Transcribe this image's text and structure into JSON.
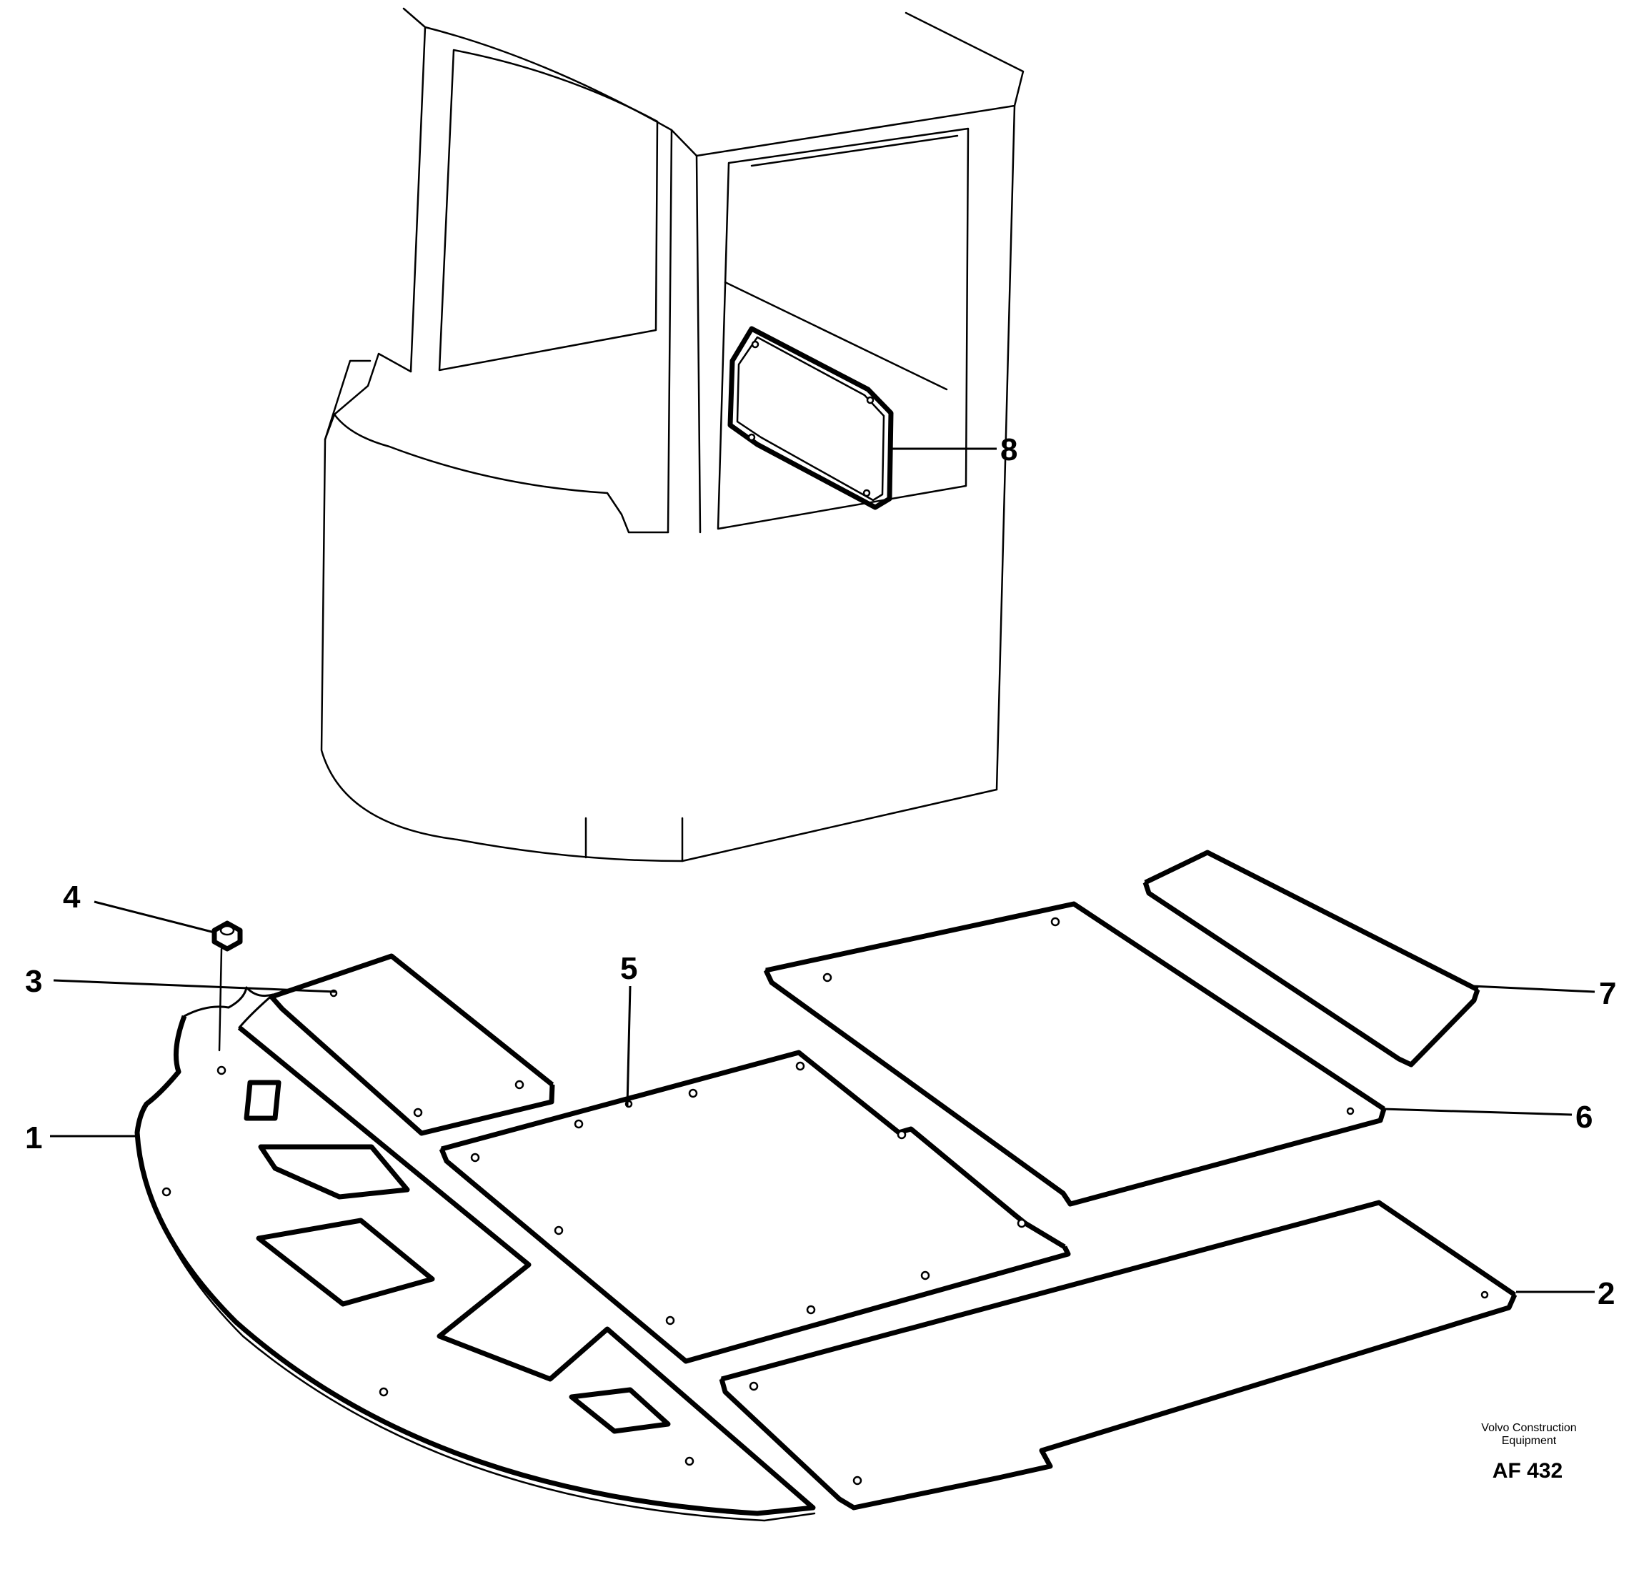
{
  "callouts": [
    {
      "id": "1",
      "label": "1"
    },
    {
      "id": "2",
      "label": "2"
    },
    {
      "id": "3",
      "label": "3"
    },
    {
      "id": "4",
      "label": "4"
    },
    {
      "id": "5",
      "label": "5"
    },
    {
      "id": "6",
      "label": "6"
    },
    {
      "id": "7",
      "label": "7"
    },
    {
      "id": "8",
      "label": "8"
    }
  ],
  "footer": {
    "company_line1": "Volvo Construction",
    "company_line2": "Equipment",
    "figure_code": "AF 432"
  }
}
